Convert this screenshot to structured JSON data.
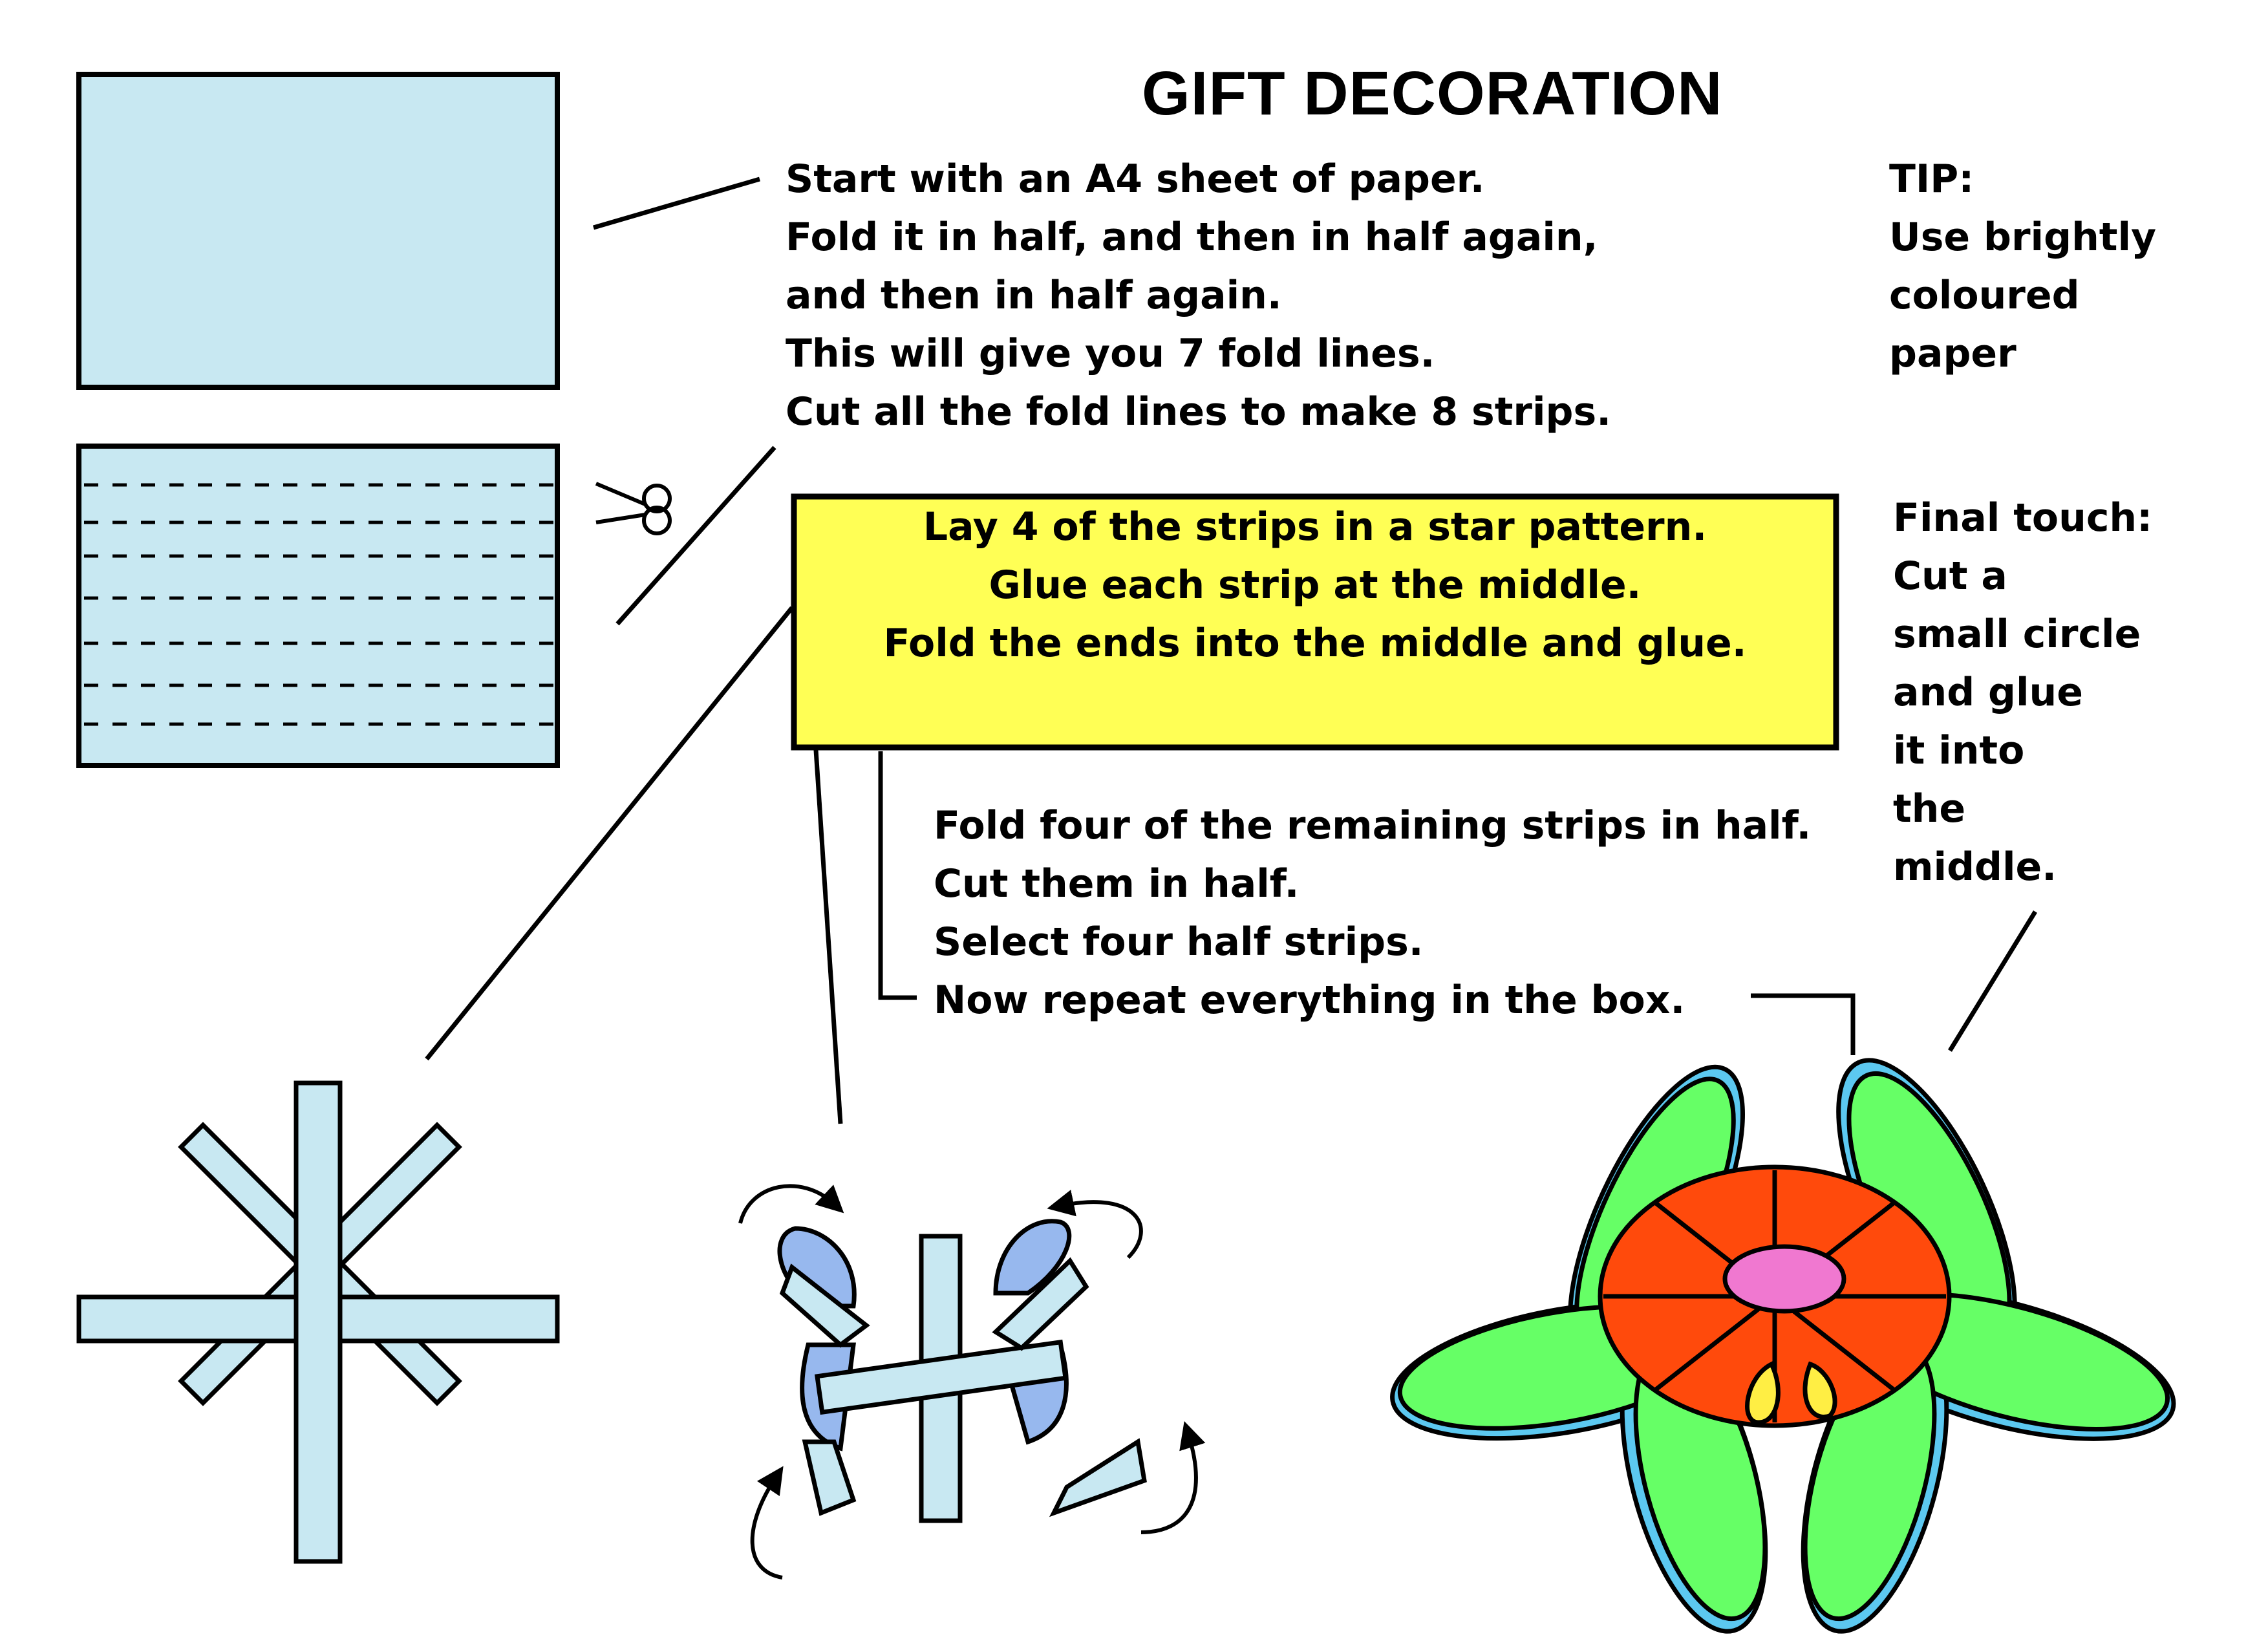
{
  "title": "GIFT DECORATION",
  "instructions": {
    "intro": [
      "Start with an A4 sheet of paper.",
      "Fold it in half, and then in half again,",
      "and then in half again.",
      "This will give you 7 fold lines.",
      "Cut all the fold lines to make 8 strips."
    ],
    "box": [
      "Lay 4 of the strips in a star pattern.",
      "Glue each strip at the middle.",
      "Fold the ends into the middle and glue."
    ],
    "half_strips": [
      "Fold four of the remaining strips in half.",
      "Cut them in half.",
      "Select four half strips.",
      "Now repeat everything in the box."
    ]
  },
  "tip": [
    "TIP:",
    "Use brightly",
    "coloured",
    "paper"
  ],
  "final_touch": [
    "Final touch:",
    "Cut a",
    "small circle",
    "and glue",
    "it into",
    "the",
    "middle."
  ],
  "icons": {
    "scissors": "scissors-icon",
    "arrows": "curved-arrow-icon"
  },
  "colors": {
    "paper": "#c8e8f2",
    "box_fill": "#ffff55",
    "strip_dark": "#97b8ee",
    "petal_green": "#66ff66",
    "petal_blue": "#5cc8f0",
    "inner_red": "#ff4a0c",
    "center_pink": "#f078d0",
    "inner_yellow": "#ffee44"
  }
}
